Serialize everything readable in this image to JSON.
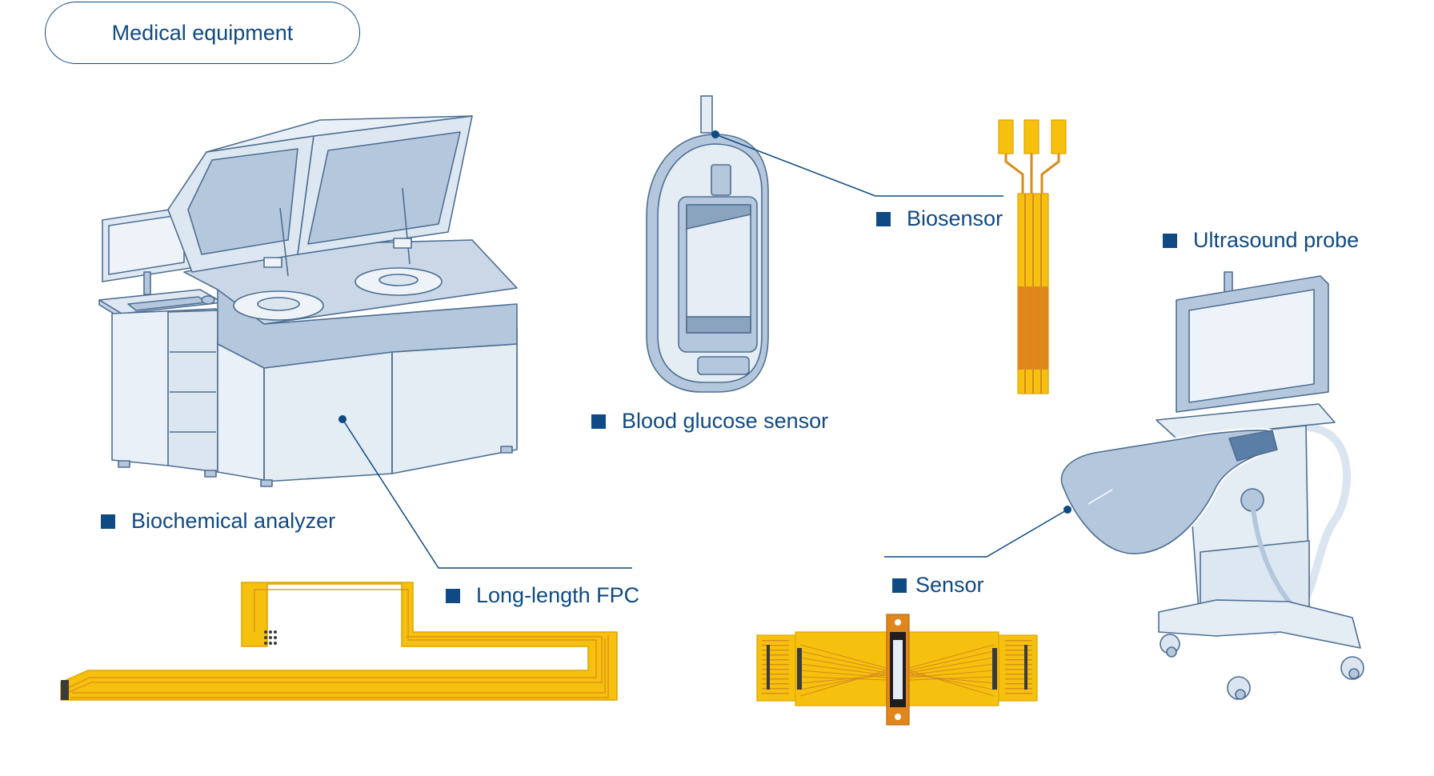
{
  "section_title": "Medical equipment",
  "labels": {
    "biochemical_analyzer": "Biochemical analyzer",
    "long_length_fpc": "Long-length FPC",
    "blood_glucose_sensor": "Blood glucose sensor",
    "biosensor": "Biosensor",
    "ultrasound_probe": "Ultrasound probe",
    "sensor": "Sensor"
  },
  "colors": {
    "text": "#0f4a84",
    "device_light": "#e4ecf4",
    "device_mid": "#b4c7dc",
    "device_dark": "#8aa3bf",
    "fpc_yellow": "#f5c10e",
    "fpc_trace": "#d98c1a",
    "fpc_orange": "#e0861c"
  }
}
